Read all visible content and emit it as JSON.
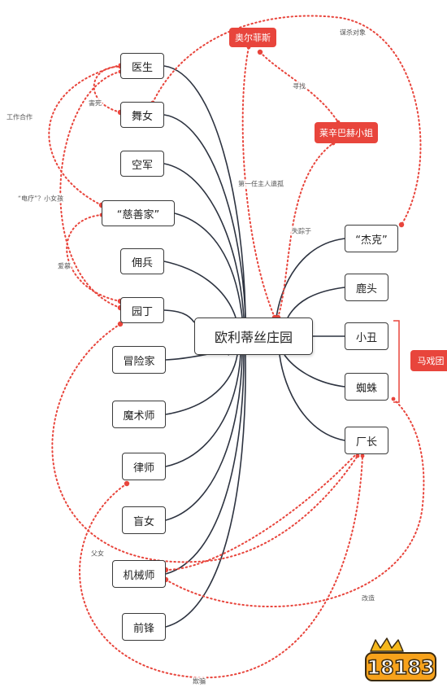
{
  "center": {
    "label": "欧利蒂丝庄园"
  },
  "left_nodes": [
    {
      "id": "doctor",
      "label": "医生"
    },
    {
      "id": "dancer",
      "label": "舞女"
    },
    {
      "id": "pilot",
      "label": "空军"
    },
    {
      "id": "philanthropist",
      "label": "“慈善家”"
    },
    {
      "id": "mercenary",
      "label": "佣兵"
    },
    {
      "id": "gardener",
      "label": "园丁"
    },
    {
      "id": "explorer",
      "label": "冒险家"
    },
    {
      "id": "magician",
      "label": "魔术师"
    },
    {
      "id": "lawyer",
      "label": "律师"
    },
    {
      "id": "blind",
      "label": "盲女"
    },
    {
      "id": "mechanic",
      "label": "机械师"
    },
    {
      "id": "forward",
      "label": "前锋"
    }
  ],
  "right_nodes": [
    {
      "id": "jack",
      "label": "“杰克”"
    },
    {
      "id": "deerhead",
      "label": "鹿头"
    },
    {
      "id": "clown",
      "label": "小丑"
    },
    {
      "id": "spider",
      "label": "蜘蛛"
    },
    {
      "id": "manager",
      "label": "厂长"
    }
  ],
  "red_nodes": [
    {
      "id": "alfeno",
      "label": "奥尔菲斯"
    },
    {
      "id": "miss",
      "label": "莱辛巴赫小姐"
    },
    {
      "id": "circus",
      "label": "马戏团"
    }
  ],
  "relations": [
    {
      "id": "rel-assassinate",
      "label": "谋杀对象"
    },
    {
      "id": "rel-search",
      "label": "寻找"
    },
    {
      "id": "rel-cooperate",
      "label": "工作合作"
    },
    {
      "id": "rel-kill",
      "label": "害死"
    },
    {
      "id": "rel-first-owner",
      "label": "第一任主人遗孤"
    },
    {
      "id": "rel-disappear",
      "label": "失踪于"
    },
    {
      "id": "rel-therapy",
      "label": "“电疗”？小女孩"
    },
    {
      "id": "rel-love",
      "label": "爱慕"
    },
    {
      "id": "rel-father",
      "label": "父女"
    },
    {
      "id": "rel-reform",
      "label": "改造"
    },
    {
      "id": "rel-deceive",
      "label": "欺骗"
    }
  ],
  "watermark": {
    "text": "18183"
  },
  "colors": {
    "relation": "#e8453c",
    "tree": "#2d3340",
    "node_border": "#3a3a3a"
  }
}
